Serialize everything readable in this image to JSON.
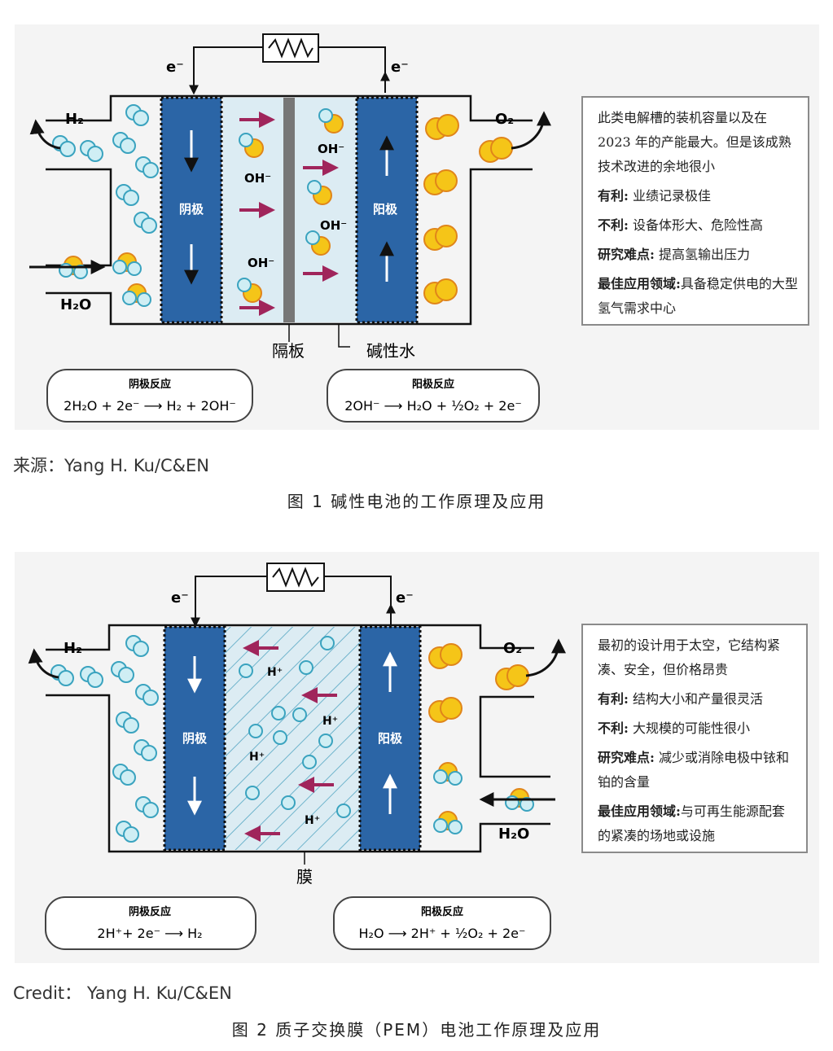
{
  "figure1": {
    "top_labels": {
      "e_left": "e⁻",
      "e_right": "e⁻"
    },
    "h2": "H₂",
    "o2": "O₂",
    "h2o": "H₂O",
    "oh_labels": [
      "OH⁻",
      "OH⁻",
      "OH⁻",
      "OH⁻"
    ],
    "cathode": "阴极",
    "anode": "阳极",
    "separator_label": "隔板",
    "electrolyte_label": "碱性水",
    "cathode_reaction": {
      "title": "阴极反应",
      "equation": "2H₂O + 2e⁻ ⟶ H₂ + 2OH⁻"
    },
    "anode_reaction": {
      "title": "阳极反应",
      "equation": "2OH⁻ ⟶ H₂O + ½O₂ + 2e⁻"
    },
    "info": {
      "intro": "此类电解槽的装机容量以及在2023 年的产能最大。但是该成熟技术改进的余地很小",
      "pro_label": "有利:",
      "pro": "业绩记录极佳",
      "con_label": "不利:",
      "con": "设备体形大、危险性高",
      "research_label": "研究难点:",
      "research": "提高氢输出压力",
      "best_label": "最佳应用领域:",
      "best": "具备稳定供电的大型氢气需求中心"
    },
    "source": "来源：Yang H. Ku/C&EN",
    "caption": "图 1  碱性电池的工作原理及应用"
  },
  "figure2": {
    "top_labels": {
      "e_left": "e⁻",
      "e_right": "e⁻"
    },
    "h2": "H₂",
    "o2": "O₂",
    "h2o": "H₂O",
    "h_labels": [
      "H⁺",
      "H⁺",
      "H⁺",
      "H⁺"
    ],
    "cathode": "阴极",
    "anode": "阳极",
    "membrane_label": "膜",
    "cathode_reaction": {
      "title": "阴极反应",
      "equation": "2H⁺+ 2e⁻ ⟶ H₂"
    },
    "anode_reaction": {
      "title": "阳极反应",
      "equation": "H₂O ⟶ 2H⁺ + ½O₂ + 2e⁻"
    },
    "info": {
      "intro": "最初的设计用于太空，它结构紧凑、安全，但价格昂贵",
      "pro_label": "有利:",
      "pro": "结构大小和产量很灵活",
      "con_label": "不利:",
      "con": "大规模的可能性很小",
      "research_label": "研究难点:",
      "research": "减少或消除电极中铱和铂的含量",
      "best_label": "最佳应用领域:",
      "best": "与可再生能源配套的紧凑的场地或设施"
    },
    "source": "Credit： Yang H. Ku/C&EN",
    "caption": "图 2  质子交换膜（PEM）电池工作原理及应用"
  },
  "colors": {
    "electrode": "#2b65a6",
    "arrow_magenta": "#a0255b",
    "o2_yellow": "#f2c318",
    "o2_orange": "#e08a1a",
    "h_cyan": "#7cc6d6",
    "separator_gray": "#777777",
    "electrolyte": "#dcecf3"
  }
}
